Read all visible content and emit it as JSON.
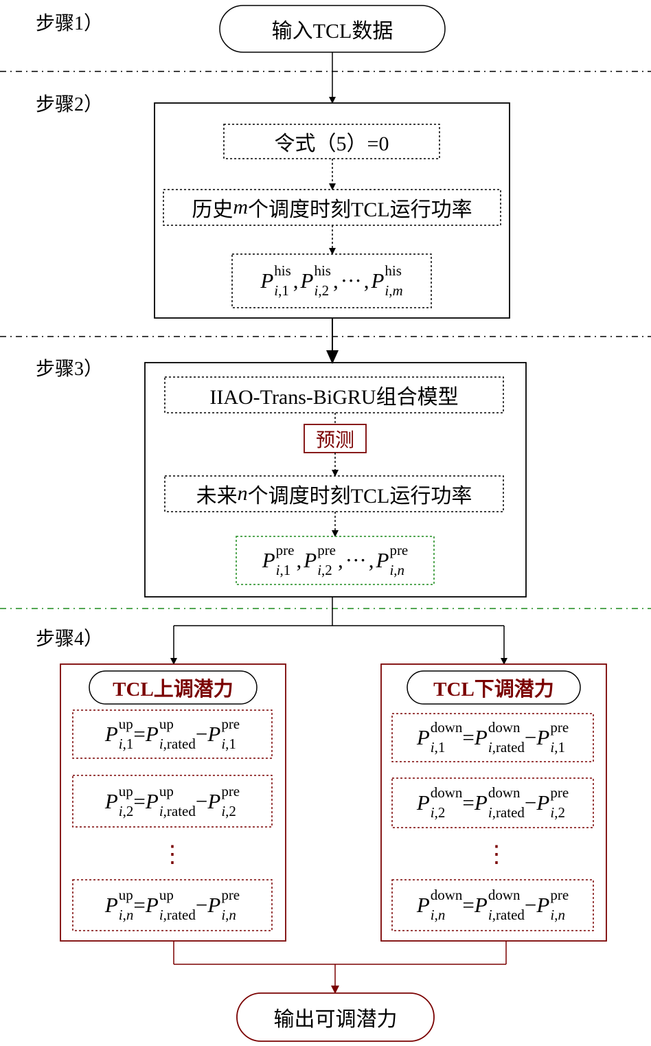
{
  "steps": [
    "步骤1）",
    "步骤2）",
    "步骤3）",
    "步骤4）"
  ],
  "step1": {
    "input": "输入TCL数据"
  },
  "step2": {
    "formula_zero": "令式（5）=0",
    "history_pre": "历史",
    "history_var": "m",
    "history_post": "个调度时刻TCL运行功率",
    "seq": {
      "symbol": "P",
      "sup": "his",
      "subs": [
        "i,1",
        "i,2",
        "i,m"
      ],
      "ellipsis": "···"
    }
  },
  "step3": {
    "model": "IIAO-Trans-BiGRU组合模型",
    "predict": "预测",
    "future_pre": "未来",
    "future_var": "n",
    "future_post": "个调度时刻TCL运行功率",
    "seq": {
      "symbol": "P",
      "sup": "pre",
      "subs": [
        "i,1",
        "i,2",
        "i,n"
      ],
      "ellipsis": "···"
    }
  },
  "step4": {
    "up_title": "TCL上调潜力",
    "down_title": "TCL下调潜力",
    "up_sup": "up",
    "down_sup": "down",
    "rated_sub": "i,rated",
    "pre_sup": "pre",
    "row_subs": [
      "i,1",
      "i,2",
      "i,n"
    ],
    "vdots": "⋮"
  },
  "output": "输出可调潜力",
  "colors": {
    "dark_red": "#7a0000",
    "green": "#1a8a1a",
    "black": "#000000"
  }
}
